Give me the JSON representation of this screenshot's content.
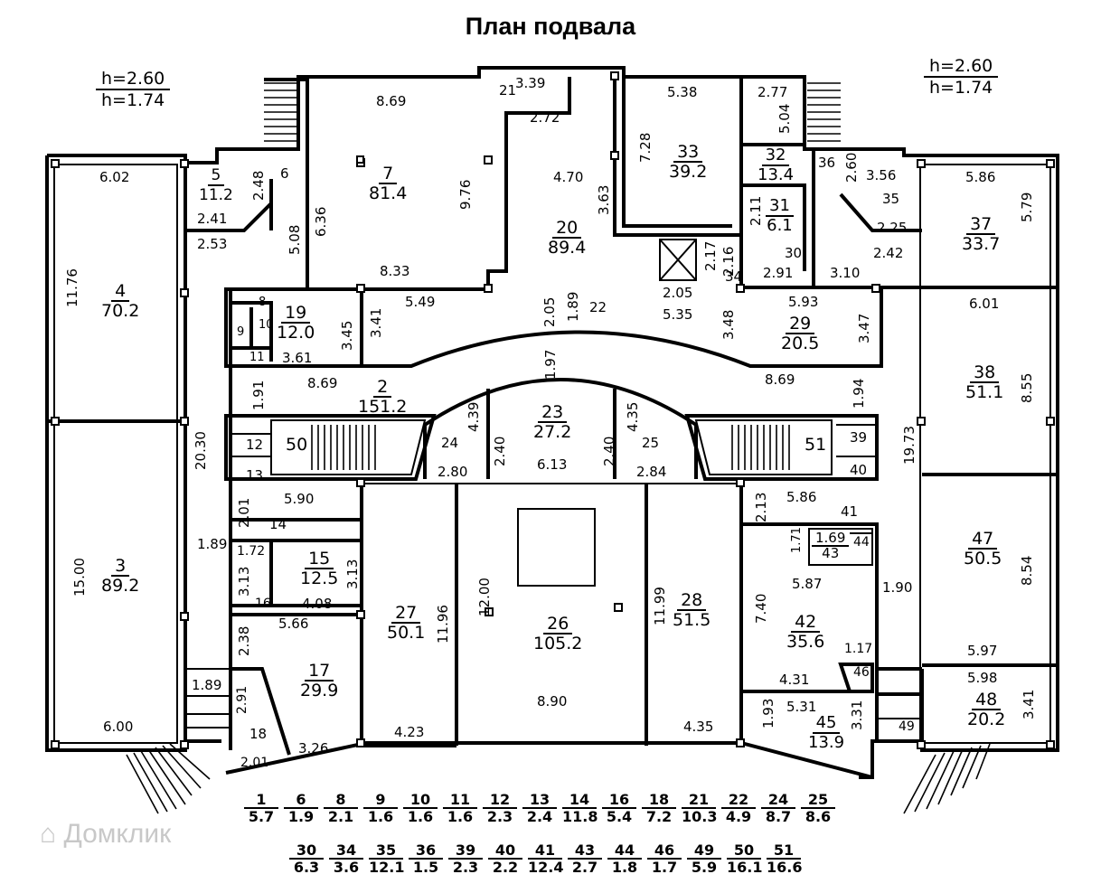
{
  "title": "План подвала",
  "ceiling_left": {
    "h1": "h=2.60",
    "h2": "h=1.74"
  },
  "ceiling_right": {
    "h1": "h=2.60",
    "h2": "h=1.74"
  },
  "rooms": {
    "r4": {
      "n": "4",
      "a": "70.2"
    },
    "r3": {
      "n": "3",
      "a": "89.2"
    },
    "r5": {
      "n": "5",
      "a": "11.2"
    },
    "r7": {
      "n": "7",
      "a": "81.4"
    },
    "r19": {
      "n": "19",
      "a": "12.0"
    },
    "r2": {
      "n": "2",
      "a": "151.2"
    },
    "r20": {
      "n": "20",
      "a": "89.4"
    },
    "r33": {
      "n": "33",
      "a": "39.2"
    },
    "r32": {
      "n": "32",
      "a": "13.4"
    },
    "r31": {
      "n": "31",
      "a": "6.1"
    },
    "r37": {
      "n": "37",
      "a": "33.7"
    },
    "r29": {
      "n": "29",
      "a": "20.5"
    },
    "r38": {
      "n": "38",
      "a": "51.1"
    },
    "r23": {
      "n": "23",
      "a": "27.2"
    },
    "r15": {
      "n": "15",
      "a": "12.5"
    },
    "r27": {
      "n": "27",
      "a": "50.1"
    },
    "r26": {
      "n": "26",
      "a": "105.2"
    },
    "r28": {
      "n": "28",
      "a": "51.5"
    },
    "r42": {
      "n": "42",
      "a": "35.6"
    },
    "r47": {
      "n": "47",
      "a": "50.5"
    },
    "r17": {
      "n": "17",
      "a": "29.9"
    },
    "r45": {
      "n": "45",
      "a": "13.9"
    },
    "r48": {
      "n": "48",
      "a": "20.2"
    },
    "r43": {
      "n": "43",
      "a": "1.69"
    }
  },
  "labels": {
    "d602": "6.02",
    "d1176": "11.76",
    "d241": "2.41",
    "d253": "2.53",
    "d248": "2.48",
    "d6": "6",
    "d508": "5.08",
    "d636": "6.36",
    "d869a": "8.69",
    "d976": "9.76",
    "d833": "8.33",
    "d339": "3.39",
    "d21": "21",
    "d272": "2.72",
    "d470": "4.70",
    "d363": "3.63",
    "d728": "7.28",
    "d538": "5.38",
    "d277": "2.77",
    "d504": "5.04",
    "d36": "36",
    "d260": "2.60",
    "d356": "3.56",
    "d35": "35",
    "d586a": "5.86",
    "d579": "5.79",
    "d225": "2.25",
    "d242": "2.42",
    "d211": "2.11",
    "d217": "2.17",
    "d216": "2.16",
    "d30": "30",
    "d34": "34",
    "d291": "2.91",
    "d205b": "2.05",
    "d310": "3.10",
    "d8": "8",
    "d10": "10",
    "d9": "9",
    "d11": "11",
    "d345": "3.45",
    "d361": "3.61",
    "d341": "3.41",
    "d549": "5.49",
    "d869b": "8.69",
    "d205a": "2.05",
    "d189a": "1.89",
    "d22": "22",
    "d535": "5.35",
    "d348": "3.48",
    "d593": "5.93",
    "d347": "3.47",
    "d869c": "8.69",
    "d601": "6.01",
    "d855": "8.55",
    "d191": "1.91",
    "d197": "1.97",
    "d194": "1.94",
    "d2030": "20.30",
    "d12": "12",
    "d50": "50",
    "d13": "13",
    "d24": "24",
    "d439": "4.39",
    "d240a": "2.40",
    "d280": "2.80",
    "d613": "6.13",
    "d240b": "2.40",
    "d435": "4.35",
    "d25": "25",
    "d284": "2.84",
    "d51": "51",
    "d39": "39",
    "d40": "40",
    "d1973": "19.73",
    "d590": "5.90",
    "d201a": "2.01",
    "d14": "14",
    "d213": "2.13",
    "d586b": "5.86",
    "d41": "41",
    "d189b": "1.89",
    "d1500": "15.00",
    "d172": "1.72",
    "d313a": "3.13",
    "d313b": "3.13",
    "d16": "16",
    "d408": "4.08",
    "d1196": "11.96",
    "d1200": "12.00",
    "d1199": "11.99",
    "d171": "1.71",
    "d44": "44",
    "d587": "5.87",
    "d740": "7.40",
    "d190": "1.90",
    "d854": "8.54",
    "d566": "5.66",
    "d238": "2.38",
    "d117": "1.17",
    "d597": "5.97",
    "d431": "4.31",
    "d46": "46",
    "d598": "5.98",
    "d189c": "1.89",
    "d291b": "2.91",
    "d531": "5.31",
    "d193": "1.93",
    "d331": "3.31",
    "d341b": "3.41",
    "d600": "6.00",
    "d18": "18",
    "d890": "8.90",
    "d49": "49",
    "d423": "4.23",
    "d435b": "4.35",
    "d326": "3.26",
    "d201b": "2.01"
  },
  "legend_row1": [
    {
      "n": "1",
      "a": "5.7"
    },
    {
      "n": "6",
      "a": "1.9"
    },
    {
      "n": "8",
      "a": "2.1"
    },
    {
      "n": "9",
      "a": "1.6"
    },
    {
      "n": "10",
      "a": "1.6"
    },
    {
      "n": "11",
      "a": "1.6"
    },
    {
      "n": "12",
      "a": "2.3"
    },
    {
      "n": "13",
      "a": "2.4"
    },
    {
      "n": "14",
      "a": "11.8"
    },
    {
      "n": "16",
      "a": "5.4"
    },
    {
      "n": "18",
      "a": "7.2"
    },
    {
      "n": "21",
      "a": "10.3"
    },
    {
      "n": "22",
      "a": "4.9"
    },
    {
      "n": "24",
      "a": "8.7"
    },
    {
      "n": "25",
      "a": "8.6"
    }
  ],
  "legend_row2": [
    {
      "n": "30",
      "a": "6.3"
    },
    {
      "n": "34",
      "a": "3.6"
    },
    {
      "n": "35",
      "a": "12.1"
    },
    {
      "n": "36",
      "a": "1.5"
    },
    {
      "n": "39",
      "a": "2.3"
    },
    {
      "n": "40",
      "a": "2.2"
    },
    {
      "n": "41",
      "a": "12.4"
    },
    {
      "n": "43",
      "a": "2.7"
    },
    {
      "n": "44",
      "a": "1.8"
    },
    {
      "n": "46",
      "a": "1.7"
    },
    {
      "n": "49",
      "a": "5.9"
    },
    {
      "n": "50",
      "a": "16.1"
    },
    {
      "n": "51",
      "a": "16.6"
    }
  ],
  "watermark": "Домклик"
}
